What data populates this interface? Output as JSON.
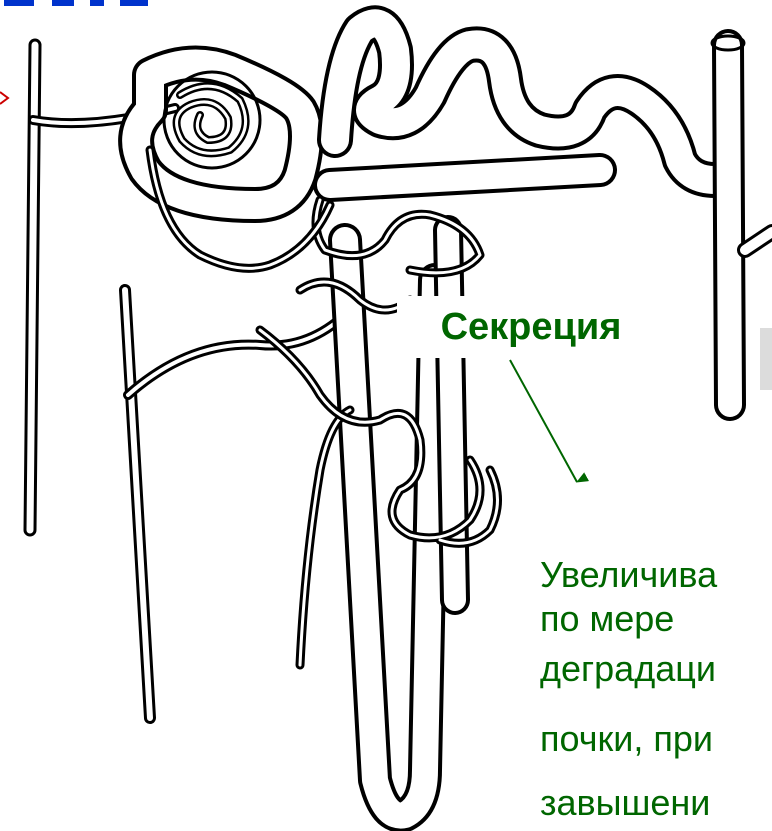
{
  "diagram": {
    "label": "Секреция",
    "description_lines": [
      "Увеличива",
      "по мере",
      "деградаци",
      "почки, при",
      "завышени"
    ],
    "colors": {
      "label_text": "#006600",
      "arrow": "#006600",
      "line_art": "#000000",
      "side_marker": "#cc0000",
      "top_marker": "#0033cc"
    }
  }
}
